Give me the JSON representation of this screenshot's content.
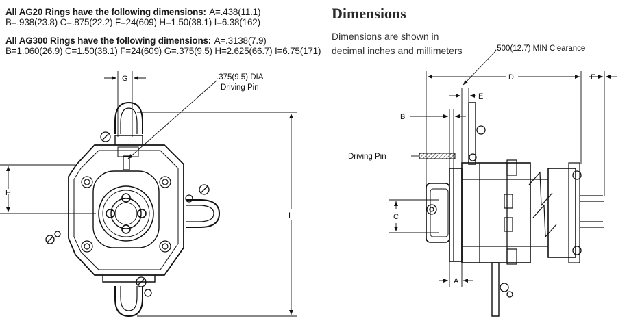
{
  "specs": {
    "ag20": {
      "lead": "All AG20 Rings have the following dimensions:",
      "line1_values": "A=.438(11.1)",
      "line2": "B=.938(23.8) C=.875(22.2) F=24(609) H=1.50(38.1) I=6.38(162)"
    },
    "ag300": {
      "lead": "All AG300 Rings have the following dimensions:",
      "line1_values": "A=.3138(7.9)",
      "line2": "B=1.060(26.9) C=1.50(38.1) F=24(609) G=.375(9.5) H=2.625(66.7) I=6.75(171)"
    }
  },
  "section": {
    "title": "Dimensions",
    "subtitle_line1": "Dimensions are shown in",
    "subtitle_line2": "decimal inches and millimeters"
  },
  "front_view": {
    "label_G": "G",
    "label_H": "H",
    "label_I": "I",
    "pin_label_line1": ".375(9.5) DIA",
    "pin_label_line2": "Driving Pin"
  },
  "side_view": {
    "clearance_label": ".500(12.7) MIN Clearance",
    "label_D": "D",
    "label_F": "F",
    "label_E": "E",
    "label_B": "B",
    "label_C": "C",
    "label_A": "A",
    "driving_pin_label": "Driving Pin"
  }
}
